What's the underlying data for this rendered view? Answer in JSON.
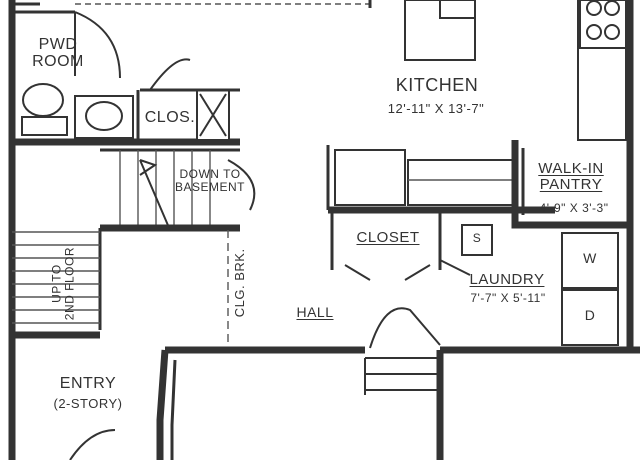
{
  "rooms": {
    "pwd_room": "PWD\nROOM",
    "closet_small": "CLOS.",
    "kitchen": "KITCHEN",
    "kitchen_dims": "12'-11\" X 13'-7\"",
    "walk_in_pantry": "WALK-IN\nPANTRY",
    "pantry_dims": "4'-9\" X 3'-3\"",
    "down_to_basement": "DOWN TO\nBASEMENT",
    "closet": "CLOSET",
    "laundry": "LAUNDRY",
    "laundry_dims": "7'-7\" X 5'-11\"",
    "clg_brk": "CLG. BRK.",
    "up_to_2nd_floor": "UP TO\n2ND FLOOR",
    "hall": "HALL",
    "entry": "ENTRY",
    "entry_sub": "(2-STORY)"
  },
  "appliances": {
    "sink": "S",
    "washer": "W",
    "dryer": "D"
  },
  "colors": {
    "ink": "#333333",
    "background": "#ffffff"
  }
}
